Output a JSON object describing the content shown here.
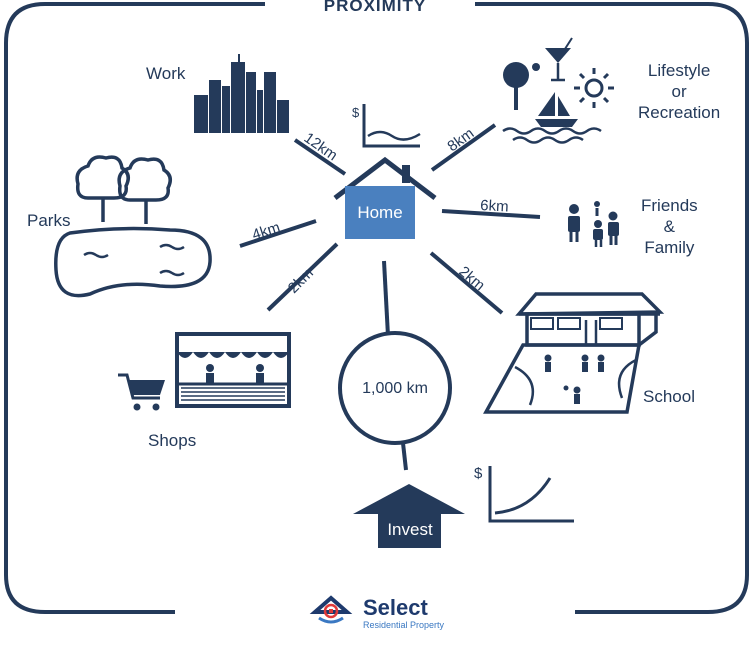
{
  "title": "PROXIMITY",
  "center": {
    "label": "Home"
  },
  "destinations": {
    "work": {
      "label": "Work",
      "distance": "12km"
    },
    "lifestyle": {
      "label": "Lifestyle\nor\nRecreation",
      "distance": "8km"
    },
    "friends": {
      "label": "Friends\n&\nFamily",
      "distance": "6km"
    },
    "parks": {
      "label": "Parks",
      "distance": "4km"
    },
    "shops": {
      "label": "Shops",
      "distance": "2km"
    },
    "school": {
      "label": "School",
      "distance": "2km"
    },
    "invest": {
      "label": "Invest",
      "distance": "1,000 km"
    }
  },
  "charts": {
    "home_chart_symbol": "$",
    "invest_chart_symbol": "$"
  },
  "logo": {
    "name": "Select",
    "tagline": "Residential Property"
  },
  "colors": {
    "navy": "#243a5a",
    "home_blue": "#4a80bf",
    "logo_blue": "#3a78c2",
    "logo_red": "#e03a3a"
  }
}
